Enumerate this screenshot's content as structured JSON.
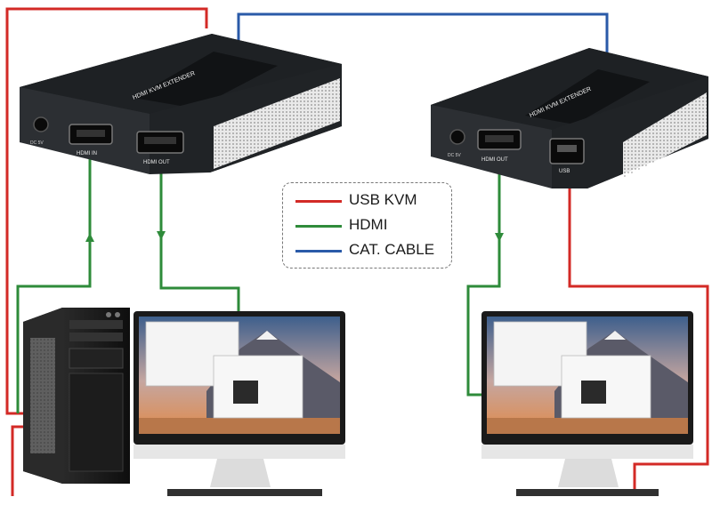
{
  "legend": {
    "items": [
      {
        "label": "USB KVM",
        "color": "#d32a26"
      },
      {
        "label": "HDMI",
        "color": "#2e8b3a"
      },
      {
        "label": "CAT. CABLE",
        "color": "#2a5aa8"
      }
    ]
  },
  "transmitter": {
    "device_label": "HDMI KVM EXTENDER",
    "ports": {
      "dc": "DC 5V",
      "hdmi_in": "HDMI IN",
      "hdmi_out": "HDMI OUT"
    }
  },
  "receiver": {
    "device_label": "HDMI KVM EXTENDER",
    "ports": {
      "dc": "DC 5V",
      "hdmi_out": "HDMI OUT",
      "usb": "USB"
    }
  },
  "colors": {
    "usb_kvm": "#d32a26",
    "hdmi": "#2e8b3a",
    "cat_cable": "#2a5aa8",
    "device_body": "#1e2124"
  },
  "icons": [
    "up-arrow-icon",
    "down-arrow-icon"
  ]
}
